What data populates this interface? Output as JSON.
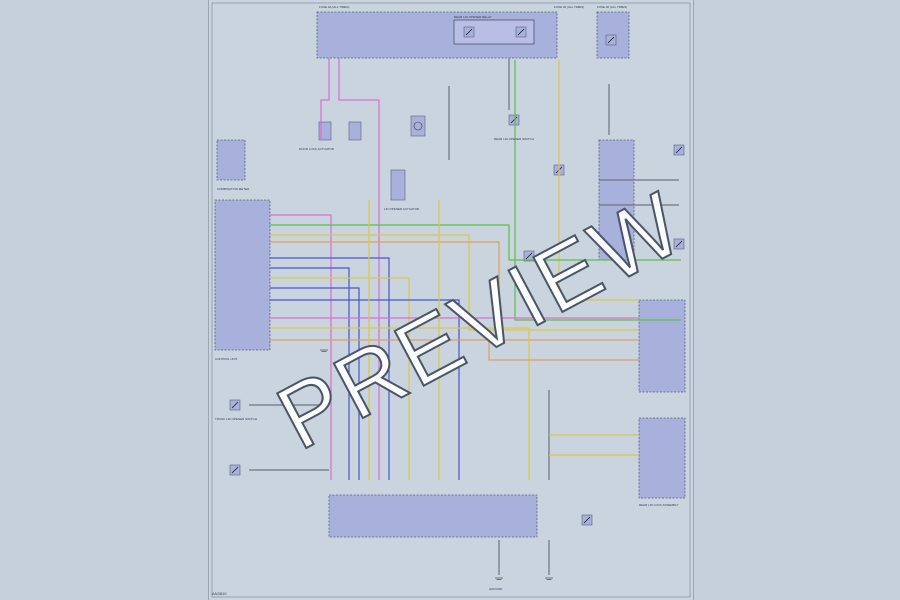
{
  "watermark": "PREVIEW",
  "page_code": "AN3810",
  "colors": {
    "sheet_bg": "#c9d4de",
    "box_fill": "#a8b0dc",
    "box_stroke": "#5a6180",
    "wire_pink": "#d96fd0",
    "wire_green": "#5bbf4a",
    "wire_yellow": "#d9c84a",
    "wire_blue": "#4a56c9",
    "wire_orange": "#e0a05a",
    "wire_gray": "#707480"
  },
  "icons": [
    "switch-symbol-icon",
    "relay-symbol-icon",
    "motor-symbol-icon",
    "ground-symbol-icon"
  ],
  "labels": {
    "fuse_left": "FUSE 3A (ALL TIMES)",
    "fuse_mid": "FUSE 30 (ALL TIMES)",
    "fuse_right": "FUSE 40 (ALL TIMES)",
    "relay_label": "REAR LID OPENER RELAY",
    "control_unit": "CONTROL UNIT",
    "combination_meter": "COMBINATION METER",
    "door_lock_actuator": "DOOR LOCK ACTUATOR",
    "rear_lid_opener_switch": "REAR LID OPENER SWITCH",
    "rear_lid_lock_assembly": "REAR LID LOCK ASSEMBLY",
    "trunk_lid_switch": "TRUNK LID OPENER SWITCH",
    "lid_opener_actuator": "LID OPENER ACTUATOR",
    "ground_label": "GROUND"
  }
}
